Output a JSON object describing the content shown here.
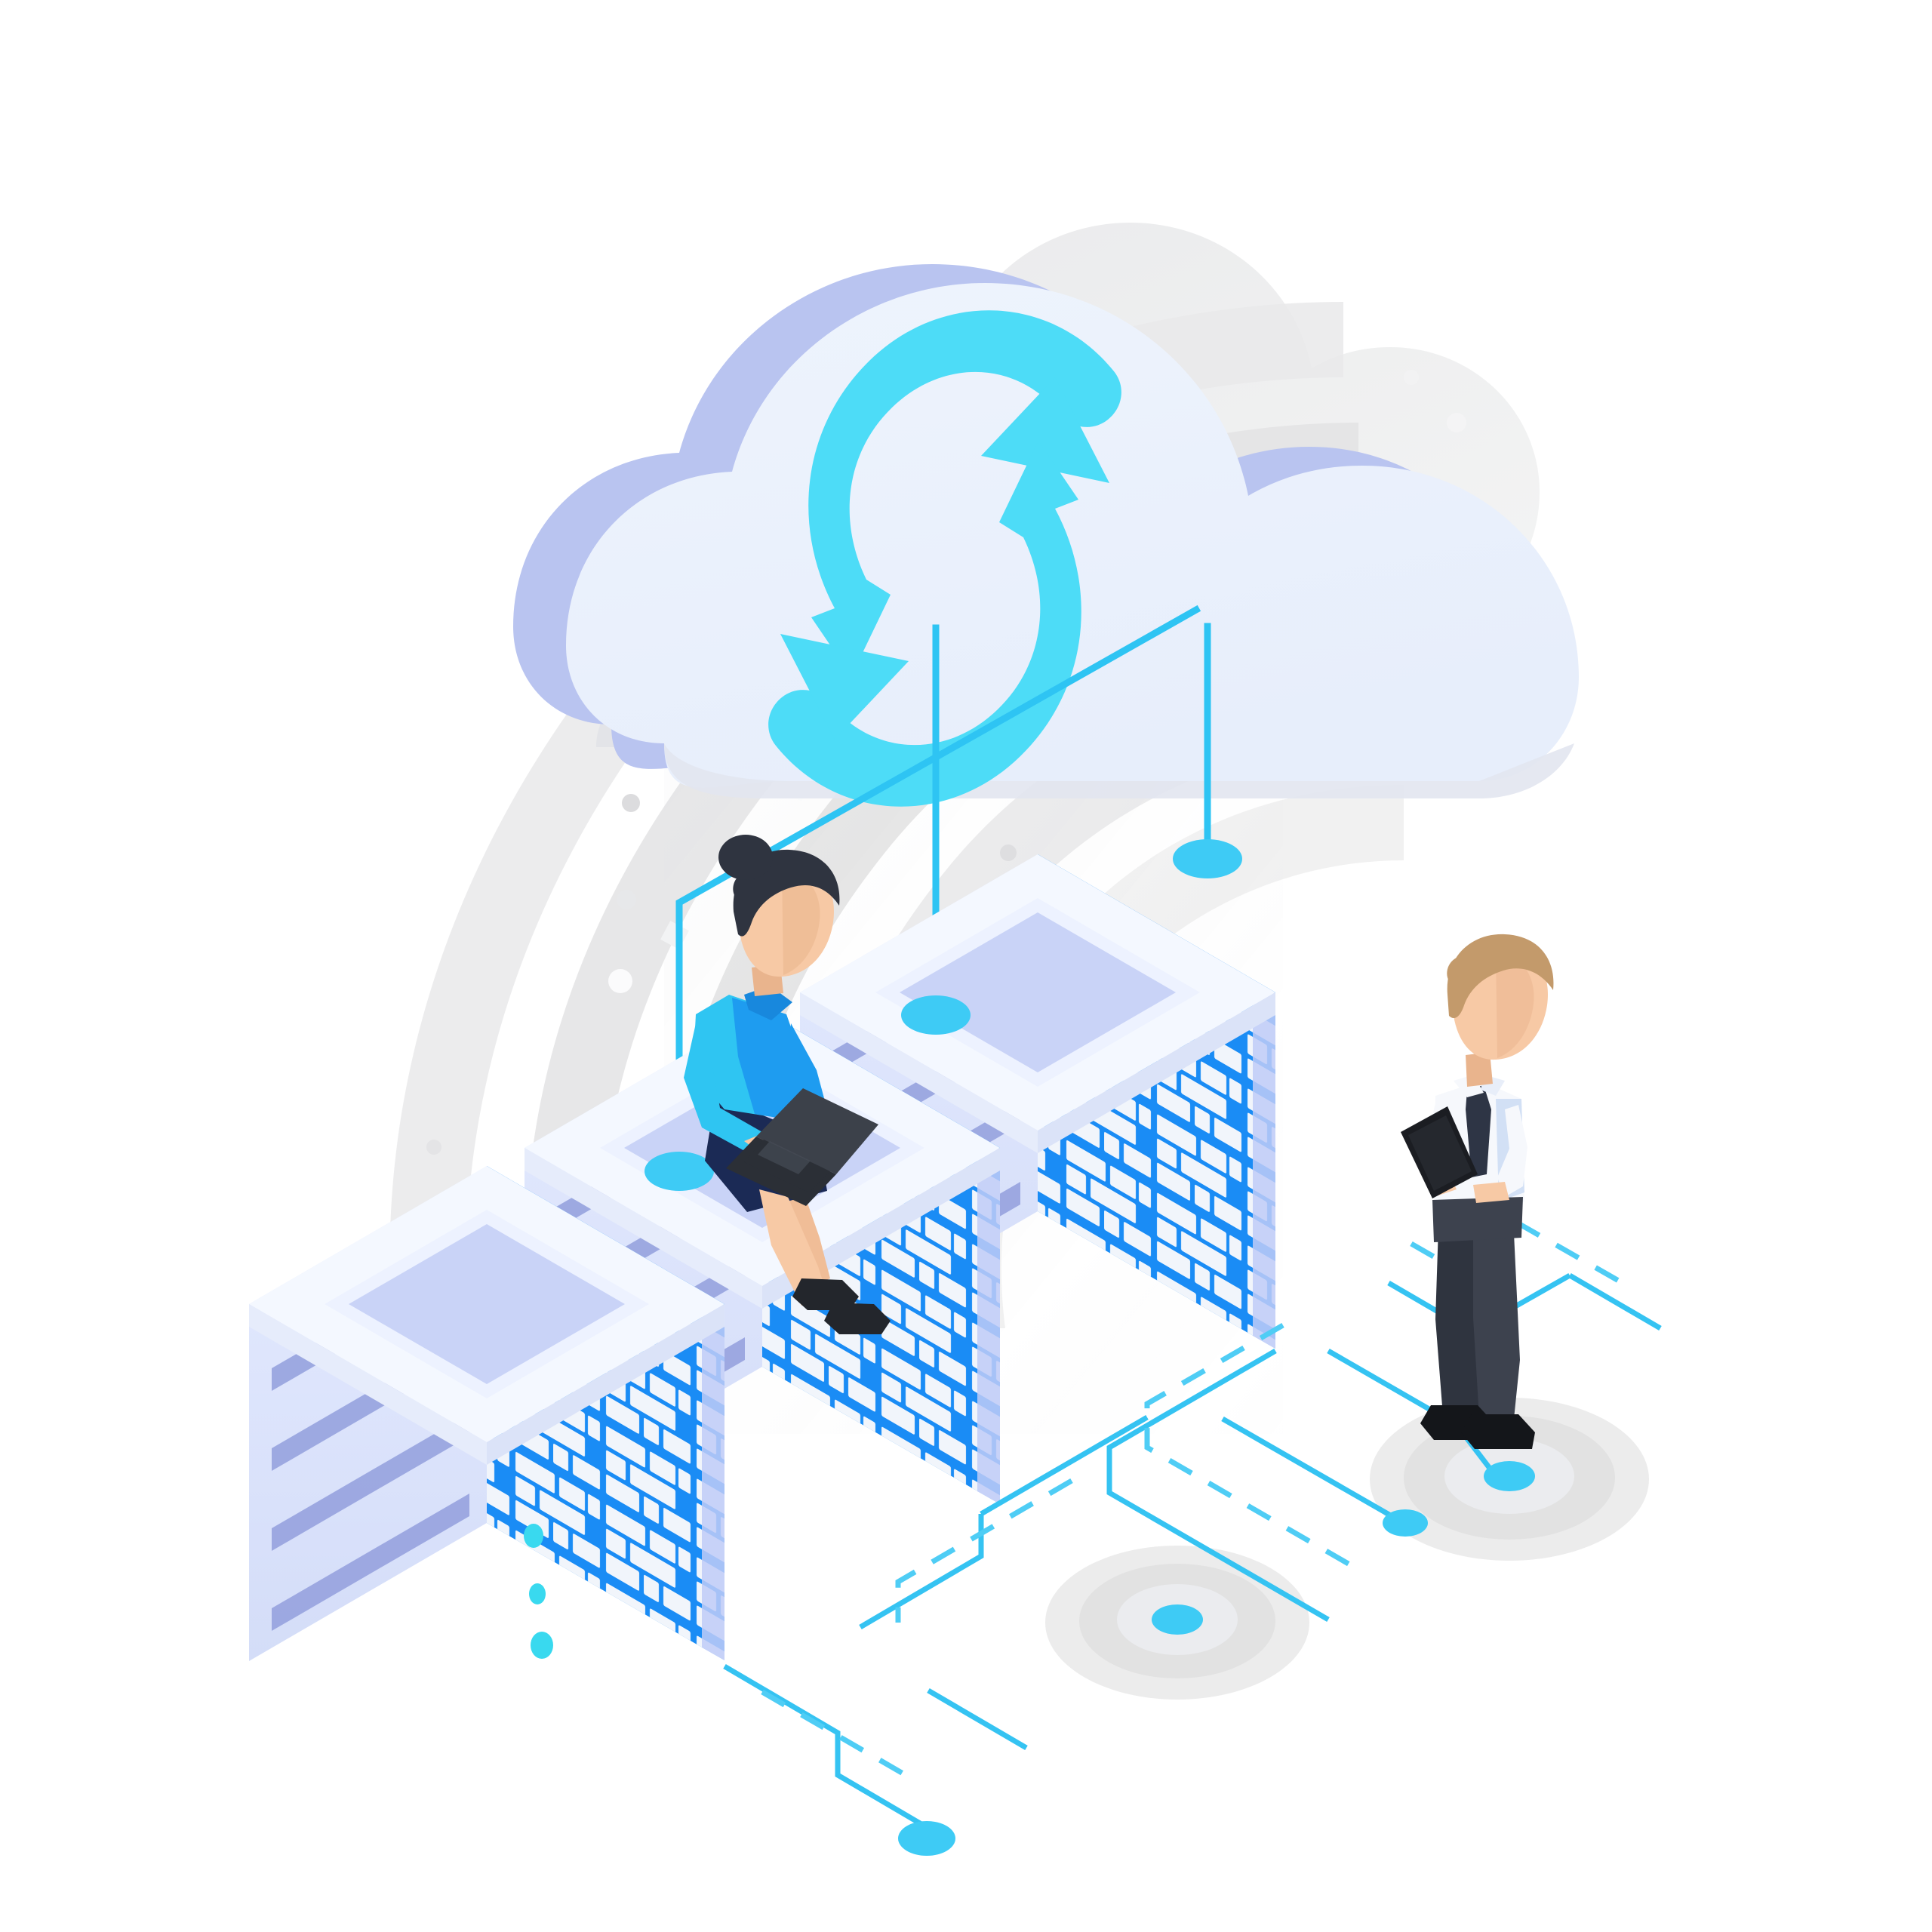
{
  "illustration": {
    "title": "Cloud data synchronization isometric illustration",
    "subject": "Three isometric server racks connected to a cloud with a sync icon, a seated woman with a laptop and a standing businessman with a tablet",
    "background_color": "#ffffff",
    "style": "flat isometric vector"
  },
  "palette": {
    "page_background": "#ffffff",
    "cloud_face": "#eef4fd",
    "cloud_edge": "#b9c4f0",
    "cloud_shadow": "#dfe3ea",
    "ghost_cloud": "#e6e7e9",
    "sync_icon": "#4ddcf7",
    "antenna_line": "#2ec4f3",
    "node_dot": "#3ecbf5",
    "rack_left_face": "#dbe3fa",
    "rack_right_face": "#1a8cf5",
    "rack_brick": "#f1f5fb",
    "rack_top": "#f4f8ff",
    "rack_top_inner": "#c9d3f7",
    "rack_stripe": "#9aa6e0",
    "rack_bevel": "#e9eeff",
    "circuit_line": "#35c3f2",
    "circuit_dashed": "#4fcdf5",
    "ripple_outer": "#ececec",
    "ripple_mid": "#e2e2e2",
    "ripple_inner": "#ebecef",
    "skin": "#f7c9a5",
    "skin_shadow": "#e9b48d",
    "woman_hair": "#2f3440",
    "woman_top_light": "#2fc5f2",
    "woman_top_dark": "#1e9cf0",
    "woman_skirt": "#1b2a55",
    "laptop_body": "#3c414a",
    "laptop_dark": "#2b2f36",
    "shoe_black": "#23262c",
    "man_hair": "#c39a6b",
    "man_shirt": "#f6f8fc",
    "man_shirt_shadow": "#d2e0f5",
    "man_tie": "#2e3545",
    "man_trousers": "#3d424e",
    "man_trousers_dark": "#2f343f",
    "man_shoes": "#14161a",
    "tablet": "#1b1d22"
  },
  "components": {
    "cloud": {
      "name": "Cloud with sync icon",
      "icon": "sync-refresh-icon",
      "has_ghost_duplicate": true
    },
    "sync_icon": {
      "name": "sync-refresh-icon",
      "description": "Two curved arrows forming a rotating circle",
      "arrow_count": 2
    },
    "racks": [
      {
        "id": "rack-left",
        "label": "Server rack 1",
        "height_units": 7,
        "antenna": true
      },
      {
        "id": "rack-middle",
        "label": "Server rack 2",
        "height_units": 8,
        "antenna": true
      },
      {
        "id": "rack-right",
        "label": "Server rack 3",
        "height_units": 9,
        "antenna": true
      }
    ],
    "people": [
      {
        "id": "woman-with-laptop",
        "label": "Woman seated on server rack using a laptop",
        "device": "laptop"
      },
      {
        "id": "man-with-tablet",
        "label": "Businessman standing holding a tablet",
        "device": "tablet"
      }
    ],
    "network": {
      "solid_lines": 6,
      "dashed_lines": 4,
      "nodes": 4,
      "ripples": 2
    },
    "antennas": [
      {
        "rack": "rack-left",
        "line": "diagonal-then-vertical"
      },
      {
        "rack": "rack-middle",
        "line": "vertical"
      },
      {
        "rack": "rack-right",
        "line": "vertical"
      }
    ]
  },
  "decor": {
    "floating_dots": 8,
    "floating_squares": 4,
    "background_arcs": 5
  }
}
